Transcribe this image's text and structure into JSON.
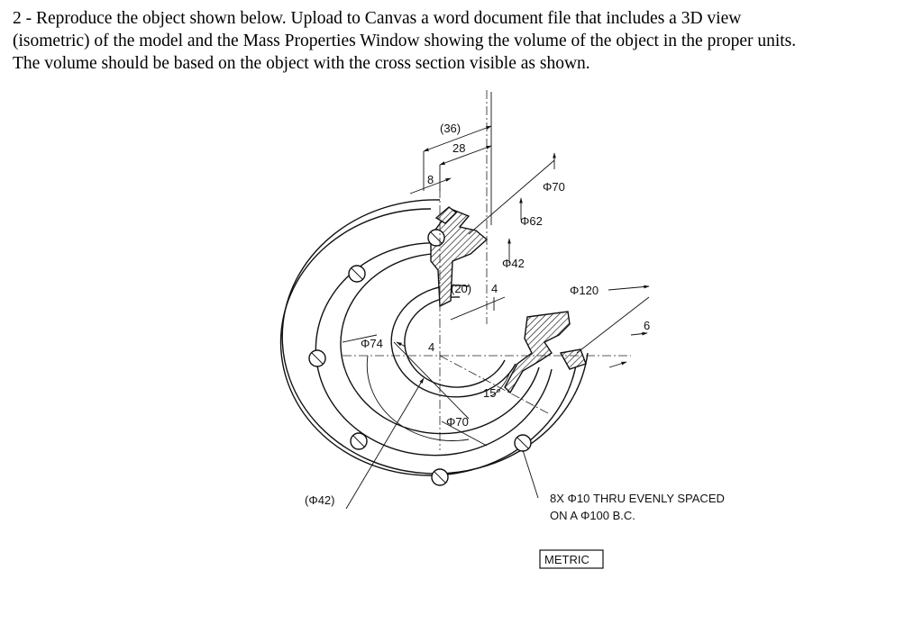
{
  "instructions": {
    "line1": "2 - Reproduce the object shown below. Upload to Canvas a word document file that includes a 3D view",
    "line2": "(isometric) of the model and the Mass Properties Window showing the volume of the object in the proper units.",
    "line3": "The volume should be based on the object with the cross section visible as shown."
  },
  "dimensions": {
    "d36": "(36)",
    "d28": "28",
    "d8": "8",
    "phi70_top": "Φ70",
    "phi62": "Φ62",
    "phi42": "Φ42",
    "d20": "(20)",
    "d4_right": "4",
    "phi120": "Φ120",
    "d6": "6",
    "phi74": "Φ74",
    "d4_left": "4",
    "angle15": "15°",
    "phi70_bottom": "Φ70",
    "phi42_paren": "(Φ42)"
  },
  "notes": {
    "holes_line1": "8X Φ10 THRU EVENLY SPACED",
    "holes_line2": "ON A Φ100 B.C.",
    "units_box": "METRIC"
  }
}
